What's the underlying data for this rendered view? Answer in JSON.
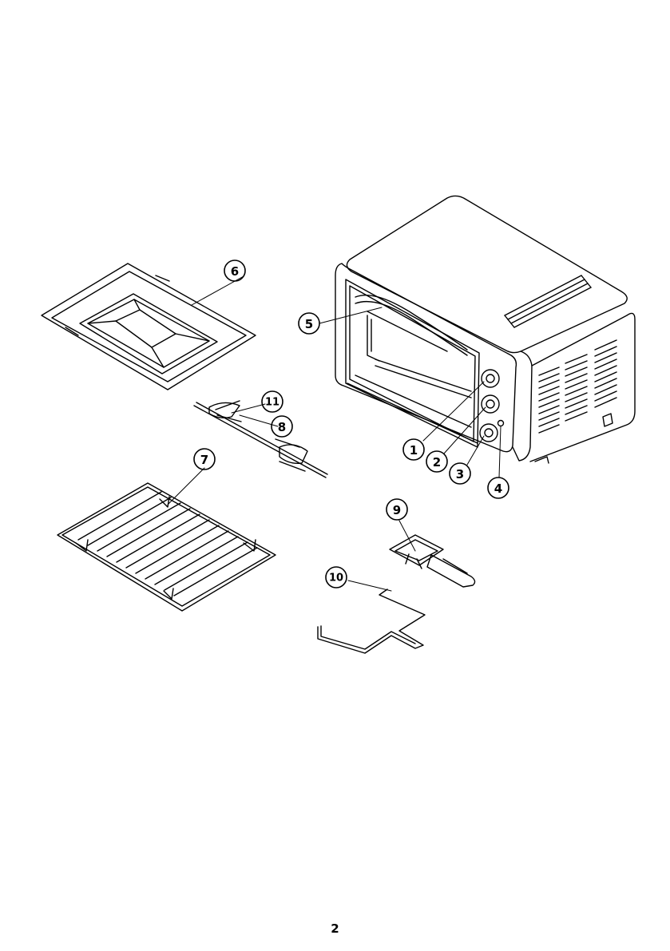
{
  "callouts": [
    "1",
    "2",
    "3",
    "4",
    "5",
    "6",
    "7",
    "8",
    "9",
    "10",
    "11"
  ],
  "page_number": "2"
}
